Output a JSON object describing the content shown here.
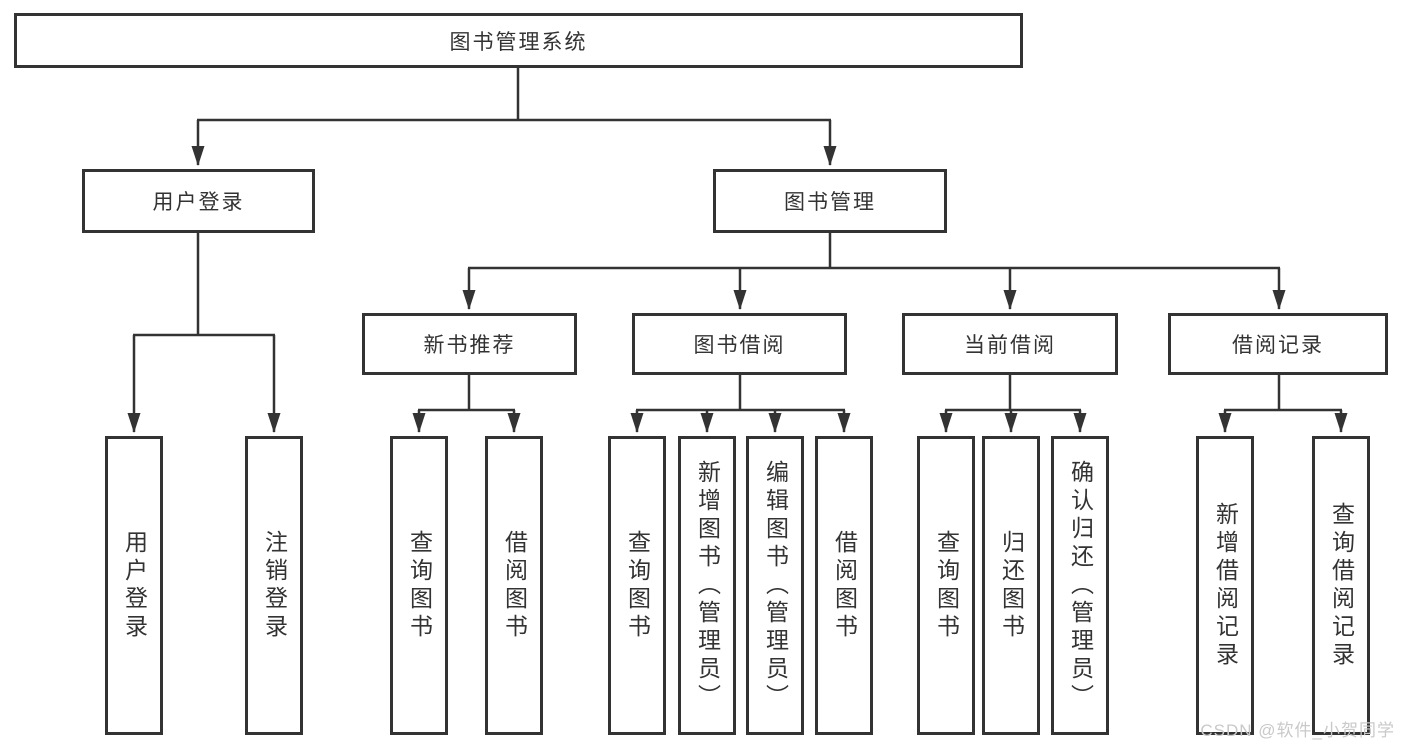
{
  "diagram": {
    "type": "hierarchy-tree",
    "colors": {
      "line": "#333333",
      "box_border": "#333333",
      "text": "#333333",
      "background": "#ffffff",
      "watermark_text": "#c9c9c9"
    },
    "tree": {
      "label": "图书管理系统",
      "children": [
        {
          "label": "用户登录",
          "children": [
            {
              "label": "用户登录"
            },
            {
              "label": "注销登录"
            }
          ]
        },
        {
          "label": "图书管理",
          "children": [
            {
              "label": "新书推荐",
              "children": [
                {
                  "label": "查询图书"
                },
                {
                  "label": "借阅图书"
                }
              ]
            },
            {
              "label": "图书借阅",
              "children": [
                {
                  "label": "查询图书"
                },
                {
                  "label": "新增图书（管理员）"
                },
                {
                  "label": "编辑图书（管理员）"
                },
                {
                  "label": "借阅图书"
                }
              ]
            },
            {
              "label": "当前借阅",
              "children": [
                {
                  "label": "查询图书"
                },
                {
                  "label": "归还图书"
                },
                {
                  "label": "确认归还（管理员）"
                }
              ]
            },
            {
              "label": "借阅记录",
              "children": [
                {
                  "label": "新增借阅记录"
                },
                {
                  "label": "查询借阅记录"
                }
              ]
            }
          ]
        }
      ]
    },
    "watermark": {
      "text": "CSDN @软件_小贺同学"
    }
  }
}
